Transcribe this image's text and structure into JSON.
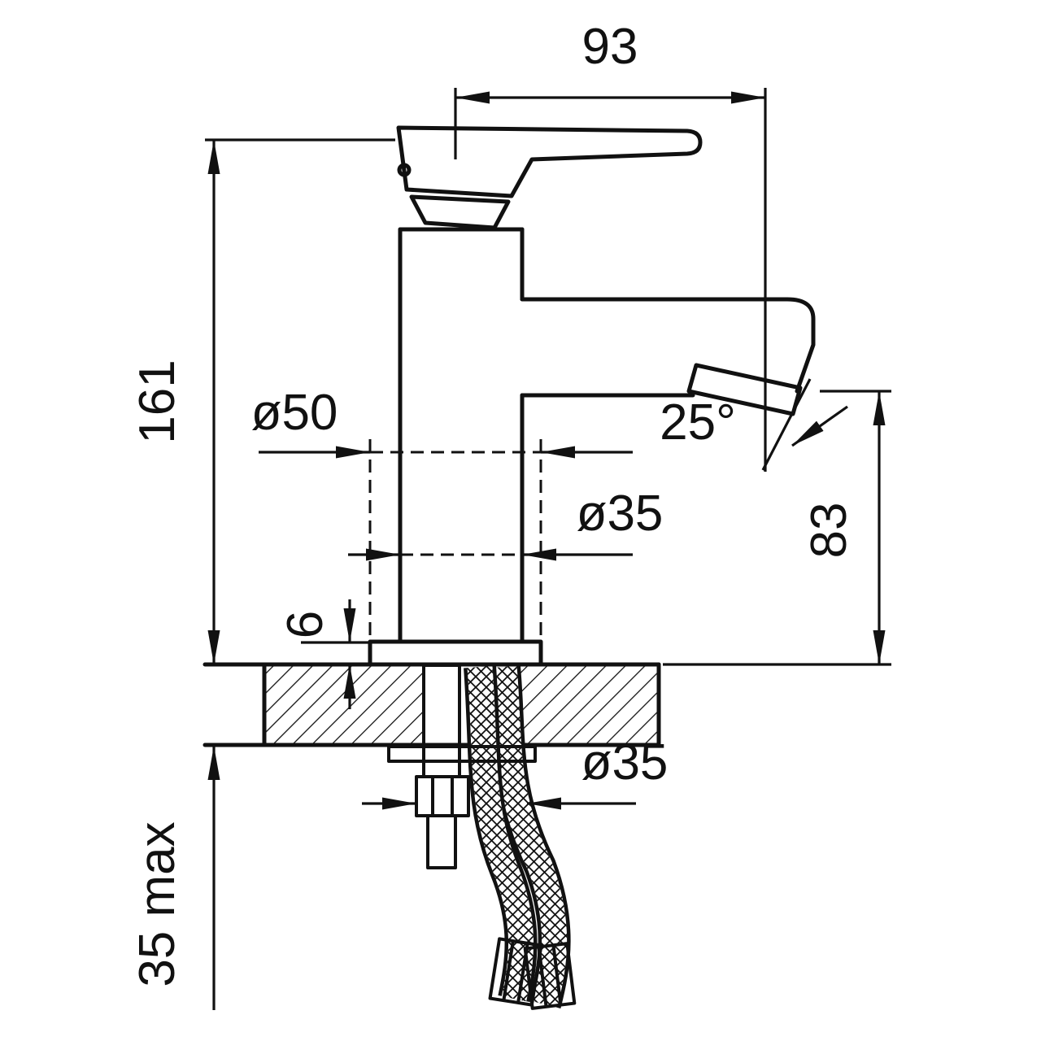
{
  "drawing": {
    "dims": {
      "top_width": "93",
      "total_height": "161",
      "base_diameter": "ø50",
      "body_diameter": "ø35",
      "spout_angle": "25°",
      "spout_height": "83",
      "base_height": "6",
      "shank_diameter": "ø35",
      "max_deck_thickness": "35 max"
    }
  }
}
